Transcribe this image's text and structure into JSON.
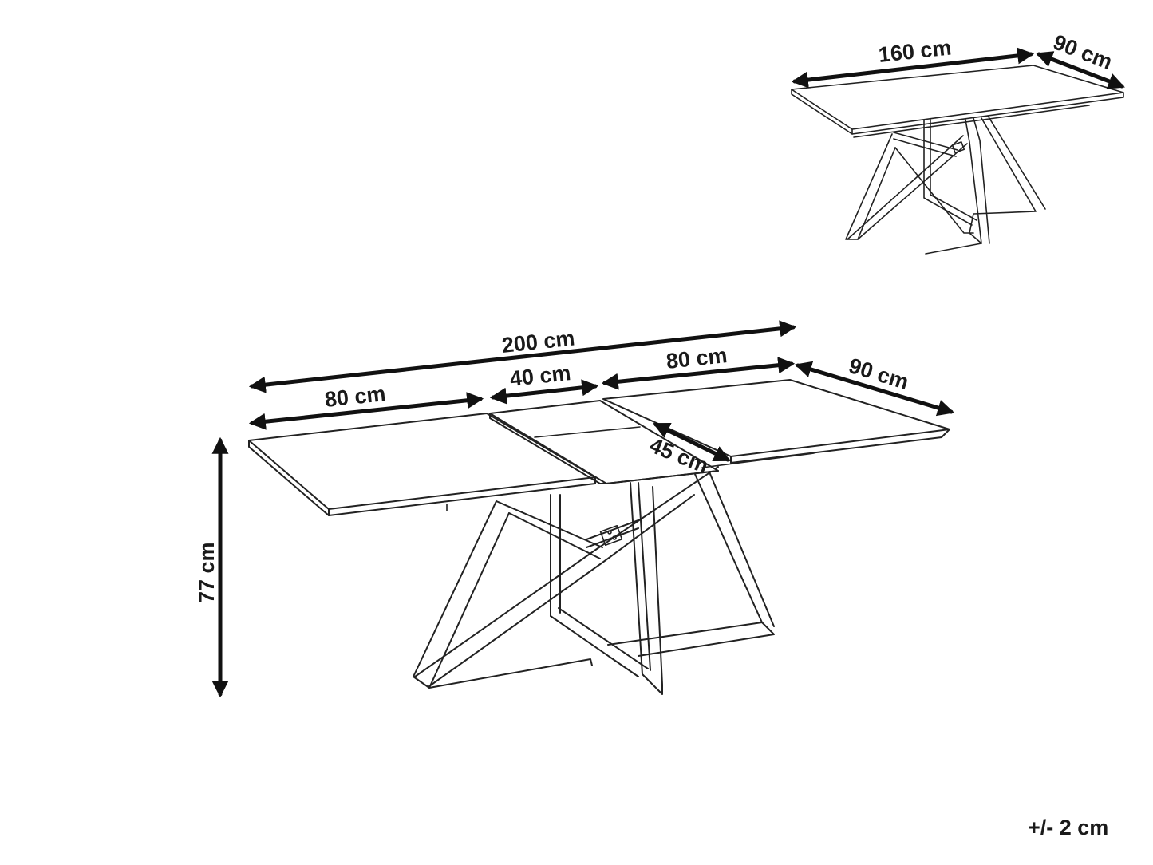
{
  "small_view": {
    "length_label": "160 cm",
    "width_label": "90 cm"
  },
  "large_view": {
    "total_length_label": "200 cm",
    "left_leaf_label": "80 cm",
    "middle_leaf_label": "40 cm",
    "right_leaf_label": "80 cm",
    "width_label": "90 cm",
    "extension_depth_label": "45 cm",
    "height_label": "77 cm"
  },
  "tolerance": "+/- 2 cm"
}
